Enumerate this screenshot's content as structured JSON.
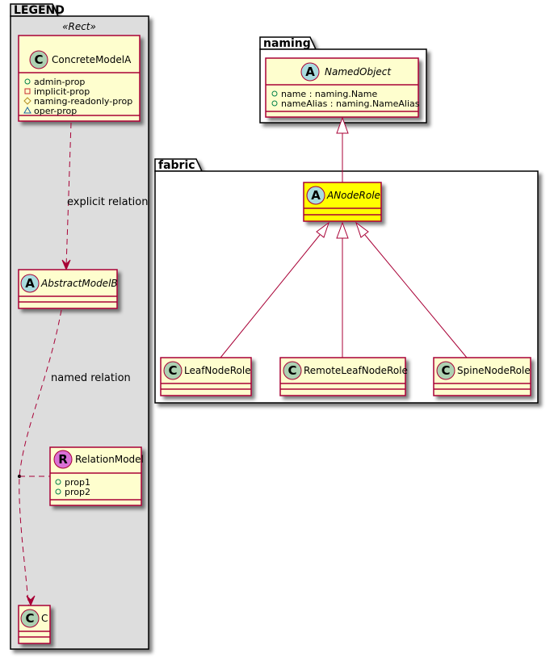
{
  "colors": {
    "class_fill": "#FEFECE",
    "class_border": "#A80036",
    "highlight_fill": "#FFFF00",
    "legend_fill": "#DDDDDD",
    "package_fill": "#FFFFFF",
    "edge": "#A80036",
    "circle_class": "#ADD1B2",
    "circle_abstract": "#A9DCDF",
    "circle_relation": "#DA70D6",
    "vis_public": "#038048",
    "vis_private": "#C82930",
    "vis_protected": "#B38D22",
    "vis_package": "#1963A0"
  },
  "legend": {
    "title": "LEGEND",
    "stereotype": "«Rect»",
    "concrete": {
      "letter": "C",
      "name": "ConcreteModelA",
      "members": [
        {
          "visibility": "public",
          "icon": "circle-icon",
          "text": "admin-prop"
        },
        {
          "visibility": "private",
          "icon": "square-icon",
          "text": "implicit-prop"
        },
        {
          "visibility": "protected",
          "icon": "diamond-icon",
          "text": "naming-readonly-prop"
        },
        {
          "visibility": "package",
          "icon": "triangle-icon",
          "text": "oper-prop"
        }
      ]
    },
    "abstract": {
      "letter": "A",
      "name": "AbstractModelB"
    },
    "relation_model": {
      "letter": "R",
      "name": "RelationModel",
      "members": [
        {
          "visibility": "public",
          "icon": "circle-icon",
          "text": "prop1"
        },
        {
          "visibility": "public",
          "icon": "circle-icon",
          "text": "prop2"
        }
      ]
    },
    "target": {
      "letter": "C",
      "name": "C"
    },
    "edge_labels": {
      "explicit": "explicit relation",
      "named": "named relation"
    }
  },
  "naming": {
    "title": "naming",
    "named_object": {
      "letter": "A",
      "name": "NamedObject",
      "members": [
        {
          "visibility": "public",
          "icon": "circle-icon",
          "text": "name : naming.Name"
        },
        {
          "visibility": "public",
          "icon": "circle-icon",
          "text": "nameAlias : naming.NameAlias"
        }
      ]
    }
  },
  "fabric": {
    "title": "fabric",
    "anode_role": {
      "letter": "A",
      "name": "ANodeRole"
    },
    "children": [
      {
        "letter": "C",
        "name": "LeafNodeRole"
      },
      {
        "letter": "C",
        "name": "RemoteLeafNodeRole"
      },
      {
        "letter": "C",
        "name": "SpineNodeRole"
      }
    ]
  }
}
